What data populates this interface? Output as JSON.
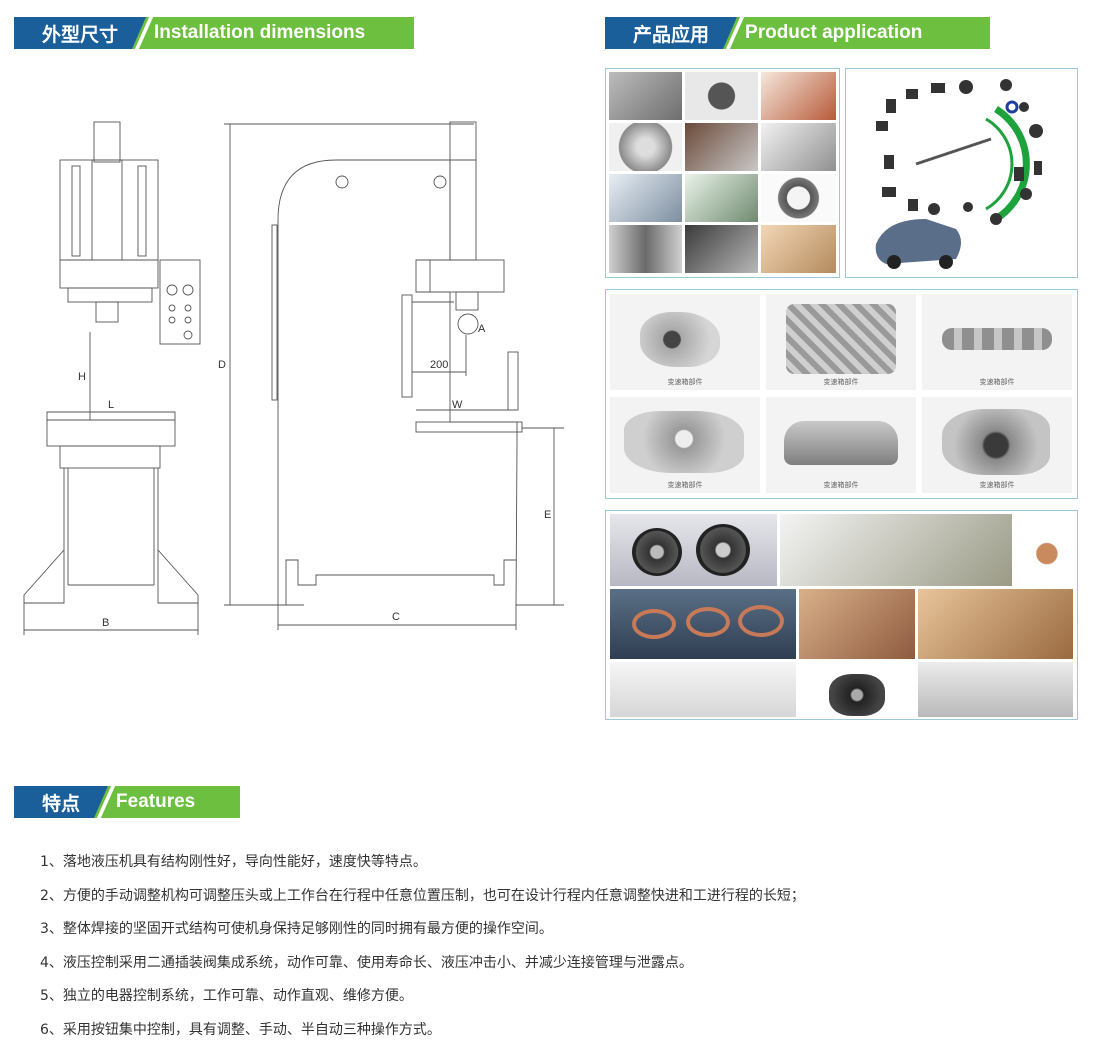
{
  "sections": {
    "dimensions": {
      "title_cn": "外型尺寸",
      "title_en": "Installation dimensions"
    },
    "application": {
      "title_cn": "产品应用",
      "title_en": "Product application"
    },
    "features": {
      "title_cn": "特点",
      "title_en": "Features"
    }
  },
  "drawing": {
    "labels": {
      "H": "H",
      "L": "L",
      "B": "B",
      "D": "D",
      "C": "C",
      "E": "E",
      "W": "W",
      "A": "A",
      "dim200": "200"
    }
  },
  "panel_c": {
    "captions": [
      "变速箱部件",
      "变速箱部件",
      "变速箱部件",
      "变速箱部件",
      "变速箱部件",
      "变速箱部件"
    ]
  },
  "features_list": [
    "1、落地液压机具有结构刚性好，导向性能好，速度快等特点。",
    "2、方便的手动调整机构可调整压头或上工作台在行程中任意位置压制，也可在设计行程内任意调整快进和工进行程的长短；",
    "3、整体焊接的坚固开式结构可使机身保持足够刚性的同时拥有最方便的操作空间。",
    "4、液压控制采用二通插装阀集成系统，动作可靠、使用寿命长、液压冲击小、并减少连接管理与泄露点。",
    "5、独立的电器控制系统，工作可靠、动作直观、维修方便。",
    "6、采用按钮集中控制，具有调整、手动、半自动三种操作方式。"
  ],
  "colors": {
    "header_blue": "#1a5e9a",
    "header_green": "#6cbf3f",
    "panel_border": "#9cc9dc"
  }
}
